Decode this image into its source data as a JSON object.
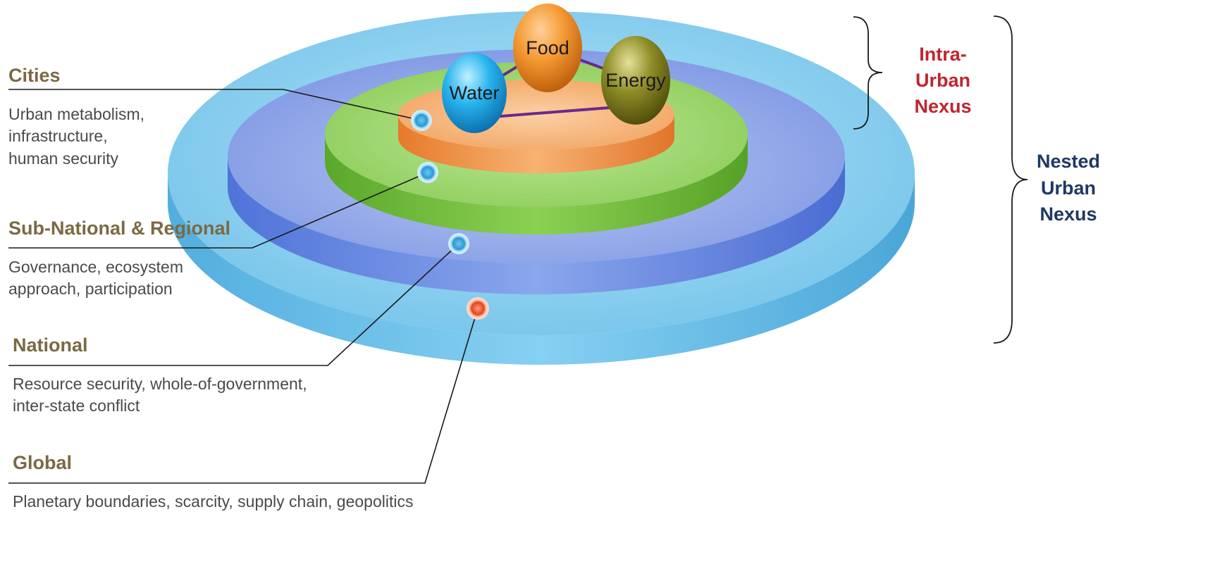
{
  "levels": [
    {
      "title": "Cities",
      "description": [
        "Urban metabolism,",
        "infrastructure,",
        "human security"
      ]
    },
    {
      "title": "Sub-National & Regional",
      "description": [
        "Governance, ecosystem",
        "approach, participation"
      ]
    },
    {
      "title": "National",
      "description": [
        "Resource security, whole-of-government,",
        "inter-state conflict"
      ]
    },
    {
      "title": "Global",
      "description": [
        "Planetary boundaries, scarcity, supply chain, geopolitics"
      ]
    }
  ],
  "spheres": {
    "food": "Food",
    "water": "Water",
    "energy": "Energy"
  },
  "braces": {
    "intra": {
      "lines": [
        "Intra-",
        "Urban",
        "Nexus"
      ],
      "color": "#c0252c"
    },
    "nested": {
      "lines": [
        "Nested",
        "Urban",
        "Nexus"
      ],
      "color": "#1f3864"
    }
  },
  "colors": {
    "global_layer": "#6fc0e8",
    "national_layer": "#6f8fe0",
    "regional_layer": "#7cc242",
    "city_layer": "#f0964a",
    "food": "#f08a20",
    "water": "#18a3e6",
    "energy": "#7c7a20",
    "link": "#6a2a8a",
    "marker_blue": "#39a6dc",
    "marker_red": "#e8502a"
  }
}
